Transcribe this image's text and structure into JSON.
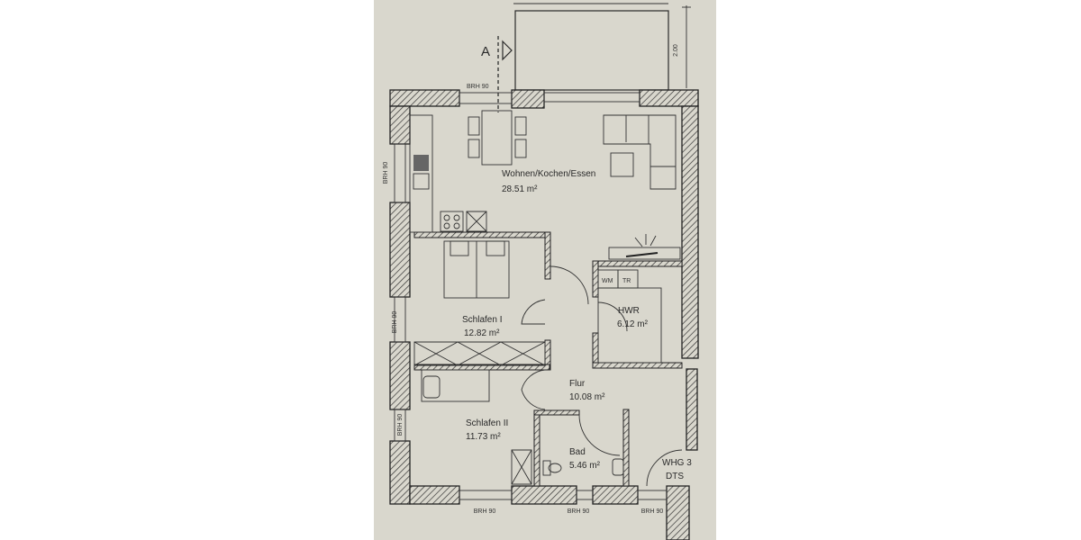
{
  "plan": {
    "section_marker": "A",
    "balcony_dimension": "2.00",
    "window_labels": {
      "top": "BRH 90",
      "left_1": "BRH 90",
      "left_2": "BRH 90",
      "left_3": "BRH 90",
      "bottom_1": "BRH 90",
      "bottom_2": "BRH 90",
      "bottom_3": "BRH 90"
    },
    "rooms": [
      {
        "name": "Wohnen/Kochen/Essen",
        "area": "28.51 m²"
      },
      {
        "name": "Schlafen I",
        "area": "12.82 m²"
      },
      {
        "name": "HWR",
        "area": "6.12 m²"
      },
      {
        "name": "Flur",
        "area": "10.08 m²"
      },
      {
        "name": "Schlafen II",
        "area": "11.73 m²"
      },
      {
        "name": "Bad",
        "area": "5.46 m²"
      }
    ],
    "appliances": {
      "washer": "WM",
      "dryer": "TR"
    },
    "entrance": {
      "unit": "WHG 3",
      "code": "DTS"
    },
    "colors": {
      "paper": "#d9d7cd",
      "ink": "#2a2a2a"
    }
  }
}
